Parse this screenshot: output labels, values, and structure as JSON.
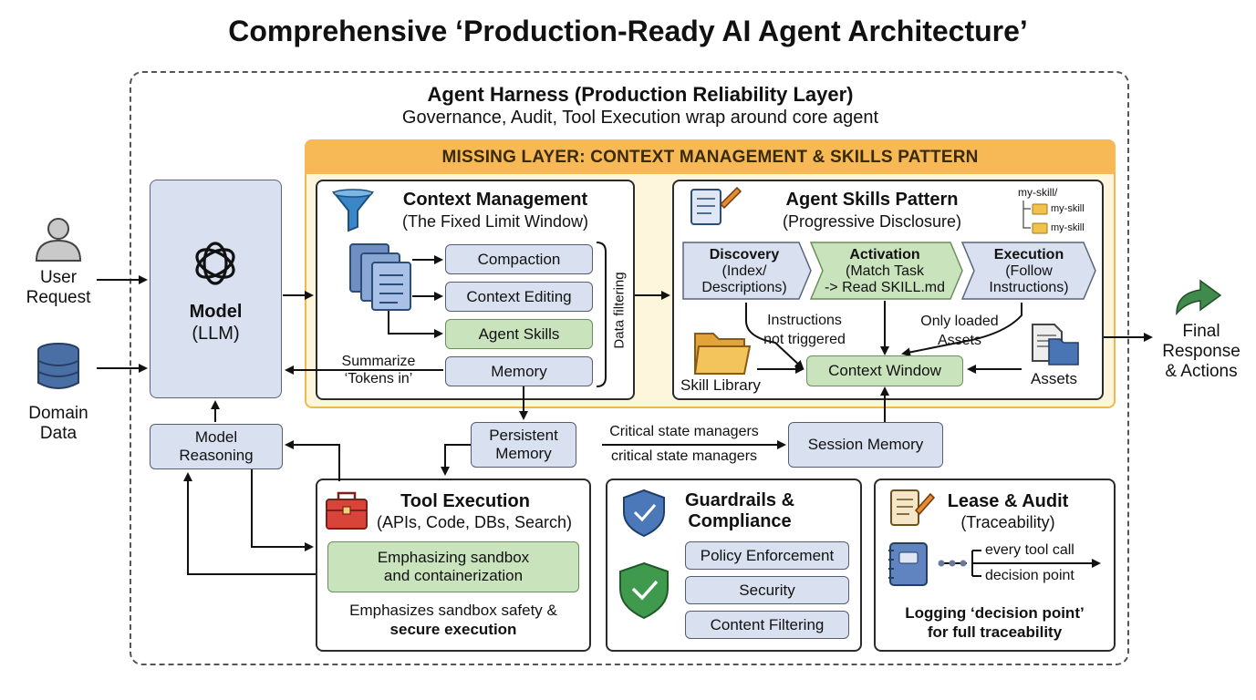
{
  "title": "Comprehensive ‘Production-Ready AI Agent Architecture’",
  "harness": {
    "title": "Agent Harness (Production Reliability Layer)",
    "subtitle": "Governance, Audit, Tool Execution wrap around core agent"
  },
  "inputs": {
    "user_request": [
      "User",
      "Request"
    ],
    "domain_data": [
      "Domain",
      "Data"
    ]
  },
  "model": {
    "line1": "Model",
    "line2": "(LLM)"
  },
  "model_reasoning": [
    "Model",
    "Reasoning"
  ],
  "missing_layer": {
    "title": "MISSING LAYER: CONTEXT MANAGEMENT & SKILLS PATTERN"
  },
  "context_management": {
    "title": "Context Management",
    "subtitle": "(The Fixed Limit Window)",
    "items": [
      "Compaction",
      "Context Editing",
      "Agent Skills",
      "Memory"
    ],
    "side_label": "Data filtering",
    "summarize": [
      "Summarize",
      "‘Tokens in’"
    ]
  },
  "skills_pattern": {
    "title": "Agent Skills Pattern",
    "subtitle": "(Progressive Disclosure)",
    "tree": {
      "root": "my-skill/",
      "children": [
        "my-skill",
        "my-skill"
      ]
    },
    "stages": [
      {
        "name": "Discovery",
        "lines": [
          "(Index/",
          "Descriptions)"
        ]
      },
      {
        "name": "Activation",
        "lines": [
          "(Match Task",
          "-> Read SKILL.md"
        ]
      },
      {
        "name": "Execution",
        "lines": [
          "(Follow",
          "Instructions)"
        ]
      }
    ],
    "instructions_note": [
      "Instructions",
      "not triggered"
    ],
    "assets_note": [
      "Only loaded",
      "Assets"
    ],
    "skill_library": "Skill Library",
    "context_window": "Context Window",
    "assets": "Assets"
  },
  "persistent_memory": [
    "Persistent",
    "Memory"
  ],
  "critical_state": [
    "Critical state managers",
    "critical state managers"
  ],
  "session_memory": "Session Memory",
  "tool_execution": {
    "title": "Tool Execution",
    "subtitle": "(APIs, Code, DBs, Search)",
    "box": [
      "Emphasizing sandbox",
      "and containerization"
    ],
    "note1": "Emphasizes sandbox safety &",
    "note2": "secure execution"
  },
  "guardrails": {
    "title": [
      "Guardrails &",
      "Compliance"
    ],
    "items": [
      "Policy Enforcement",
      "Security",
      "Content Filtering"
    ]
  },
  "lease_audit": {
    "title": "Lease & Audit",
    "subtitle": "(Traceability)",
    "branch1": "every tool call",
    "branch2": "decision point",
    "note1": "Logging ‘decision point’",
    "note2": "for full traceability"
  },
  "output": [
    "Final",
    "Response",
    "& Actions"
  ],
  "colors": {
    "blue_pill": "#d9e1f0",
    "green_pill": "#c9e3bd",
    "orange_bar": "#f7b955",
    "missing_bg": "#fdf6dc"
  }
}
